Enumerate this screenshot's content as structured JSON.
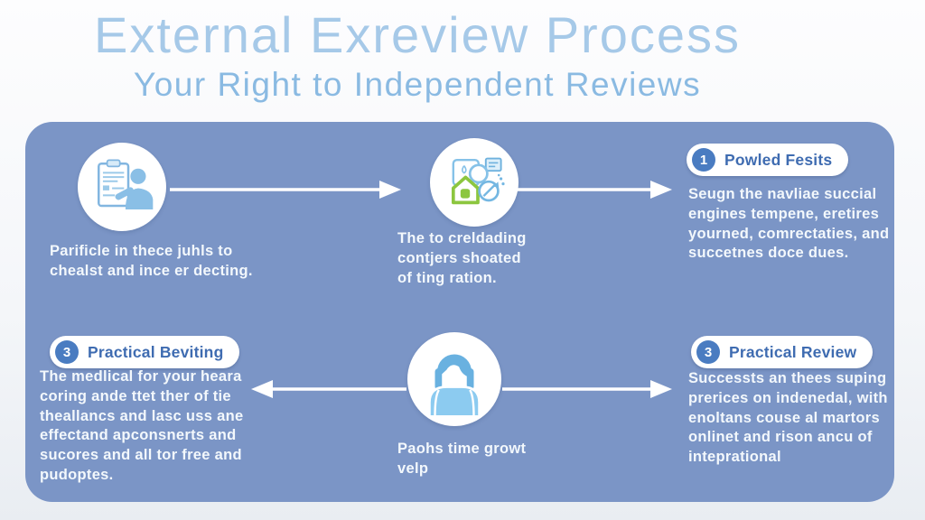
{
  "header": {
    "title": "External Exreview Process",
    "subtitle": "Your Right to Independent Reviews"
  },
  "panel": {
    "top_left": {
      "icon": "clipboard-person-icon",
      "text": "Parificle in thece juhls to\nchealst and ince er decting."
    },
    "top_center": {
      "icon": "house-search-target-icon",
      "text": "The to creldading\ncontjers shoated\nof ting ration."
    },
    "top_right": {
      "badge": "1",
      "label": "Powled Fesits",
      "text": "Seugn the navliae succial\nengines tempene, eretires\nyourned, comrectaties, and\nsuccetnes doce dues."
    },
    "bottom_left": {
      "badge": "3",
      "label": "Practical Beviting",
      "text": "The medlical for your heara\ncoring ande ttet ther of tie\ntheallancs and lasc uss ane\neffectand apconsnerts and\nsucores and all tor free and\npudoptes."
    },
    "bottom_center": {
      "icon": "person-icon",
      "text": "Paohs time growt\nvelp"
    },
    "bottom_right": {
      "badge": "3",
      "label": "Practical Review",
      "text": "Successts an thees suping\nprerices on indenedal, with\nenoltans couse al martors\nonlinet and rison ancu of\ninteprational"
    }
  },
  "colors": {
    "panel_bg": "#7b95c6",
    "title": "#a6c9e8",
    "subtitle": "#8abae2",
    "body_text": "#f3f8fc",
    "pill_text": "#3f6cb1",
    "badge_bg": "#4a7cc1",
    "arrow": "#ffffff",
    "icon_blue": "#8abfe6",
    "icon_outline_blue": "#82b6e0",
    "icon_green": "#8cc63f",
    "person_hair": "#69b1e0",
    "person_body": "#8ccbf0"
  }
}
